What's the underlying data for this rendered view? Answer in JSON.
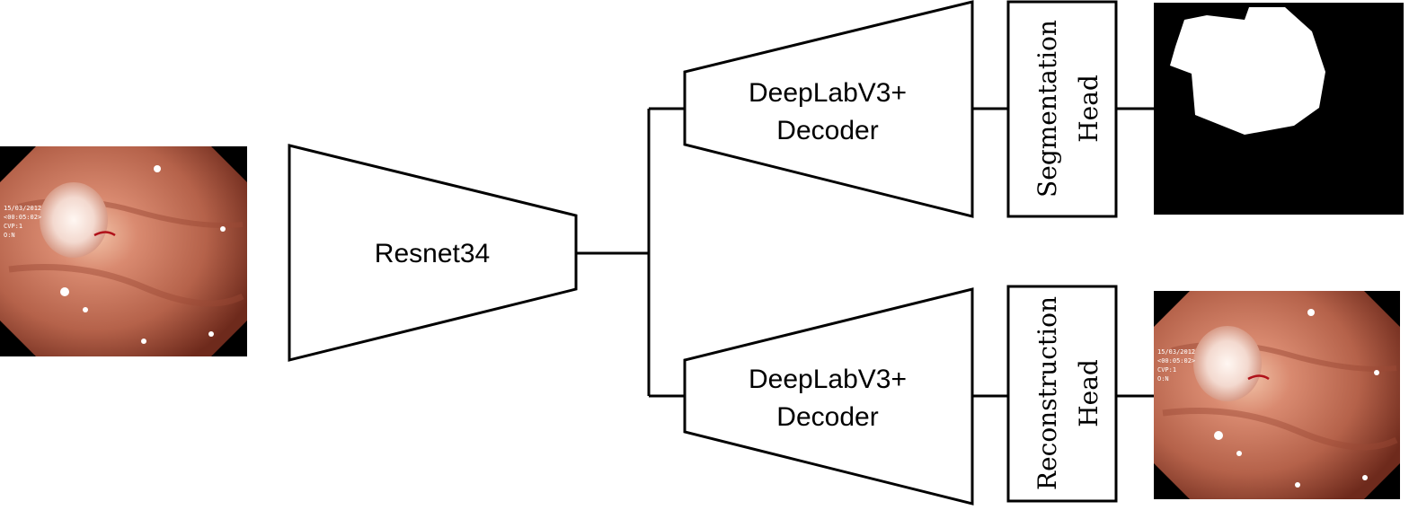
{
  "encoder": {
    "label": "Resnet34"
  },
  "decoders": [
    {
      "label_line1": "DeepLabV3+",
      "label_line2": "Decoder"
    },
    {
      "label_line1": "DeepLabV3+",
      "label_line2": "Decoder"
    }
  ],
  "heads": [
    {
      "label_line1": "Segmentation",
      "label_line2": "Head"
    },
    {
      "label_line1": "Reconstruction",
      "label_line2": "Head"
    }
  ],
  "overlay_text": {
    "lines": [
      "15/03/2012",
      "<00:05:02>",
      "CVP:1",
      "O:N"
    ]
  },
  "colors": {
    "stroke": "#000000",
    "background": "#ffffff",
    "mask_foreground": "#ffffff",
    "mask_background": "#000000",
    "tissue_light": "#d98a70",
    "tissue_dark": "#8a3a28"
  }
}
